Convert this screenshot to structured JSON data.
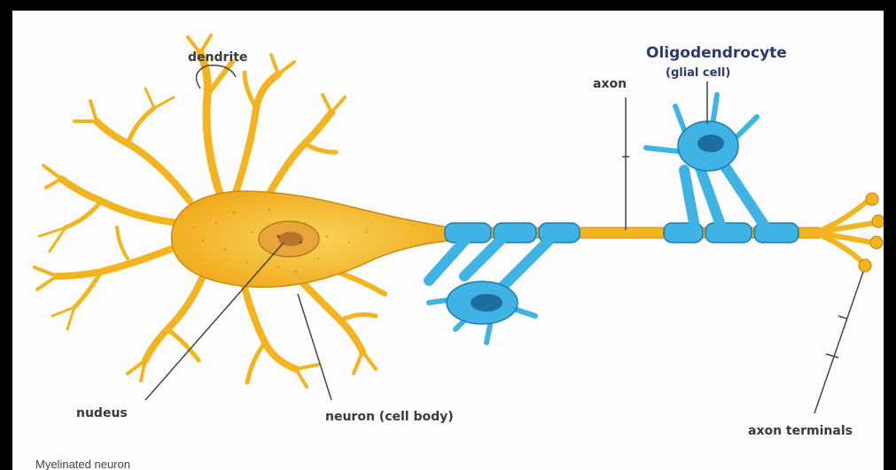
{
  "labels": {
    "dendrite": "dendrite",
    "oligodendrocyte": "Oligodendrocyte",
    "glial_cell": "(glial cell)",
    "axon": "axon",
    "nucleus": "nudeus",
    "cell_body": "neuron (cell body)",
    "axon_terminals": "axon terminals"
  },
  "caption": "Myelinated neuron",
  "colors": {
    "neuron_fill": "#f3b41f",
    "neuron_light": "#f9d25a",
    "neuron_outline": "#c98c0c",
    "glia_fill": "#3fb3e3",
    "glia_outline": "#1b7bb0",
    "glia_dark": "#1d6e9e",
    "pointer_line": "#444444",
    "frame": "#000000"
  }
}
